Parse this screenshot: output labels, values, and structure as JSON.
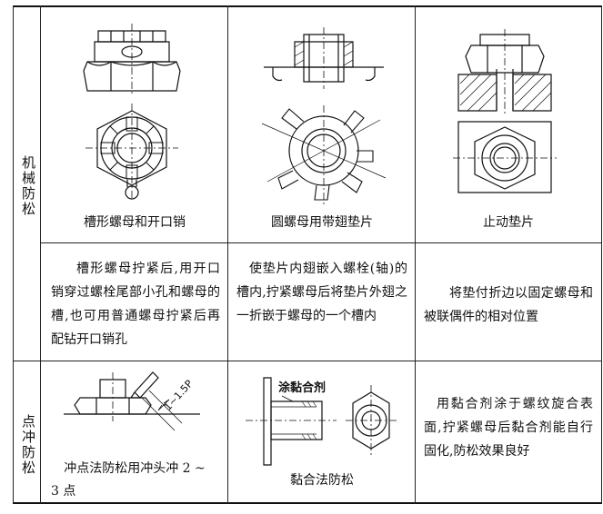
{
  "categories": {
    "mechanical": "机械防松",
    "punch": "点冲防松"
  },
  "row1": {
    "captions": [
      "槽形螺母和开口销",
      "圆螺母用带翅垫片",
      "止动垫片"
    ]
  },
  "row2": {
    "descriptions": [
      "槽形螺母拧紧后,用开口销穿过螺栓尾部小孔和螺母的槽,也可用普通螺母拧紧后再配钻开口销孔",
      "使垫片内翅嵌入螺栓(轴)的槽内,拧紧螺母后将垫片外翅之一折嵌于螺母的一个槽内",
      "将垫付折边以固定螺母和被联偶件的相对位置"
    ]
  },
  "row3": {
    "cap1_line1": "冲点法防松用冲头冲 2 ~",
    "cap1_line2": "3 点",
    "dimension_label": "1~1.5P",
    "glue_label": "涂黏合剂",
    "cap2": "黏合法防松",
    "desc3": "用黏合剂涂于螺纹旋合表面,拧紧螺母后黏合剂能自行固化,防松效果良好"
  }
}
